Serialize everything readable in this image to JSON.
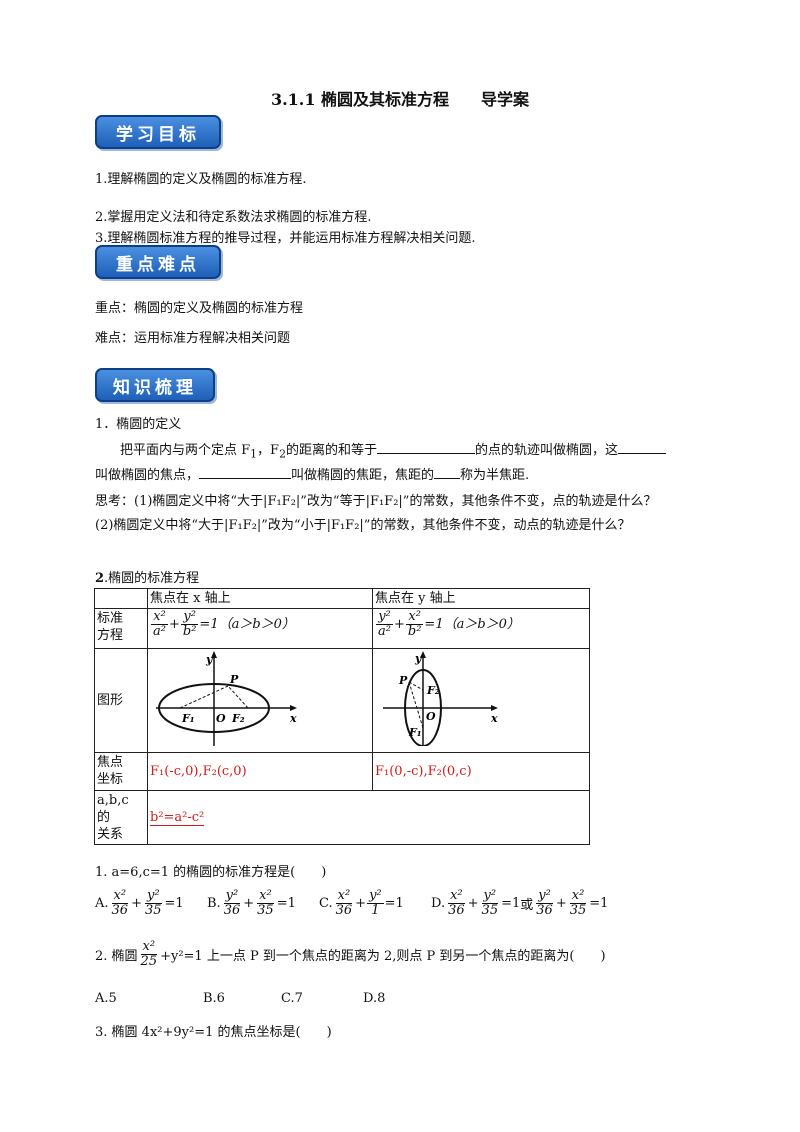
{
  "title": "3.1.1 椭圆及其标准方程　　导学案",
  "banners": {
    "goals": "学习目标",
    "key_points": "重点难点",
    "knowledge": "知识梳理"
  },
  "goals": [
    "1.理解椭圆的定义及椭圆的标准方程.",
    "2.掌握用定义法和待定系数法求椭圆的标准方程.",
    "3.理解椭圆标准方程的推导过程，并能运用标准方程解决相关问题."
  ],
  "key": {
    "important": "重点：椭圆的定义及椭圆的标准方程",
    "difficult": "难点：运用标准方程解决相关问题"
  },
  "section1": {
    "heading": "1．椭圆的定义",
    "line1_a": "把平面内与两个定点 F",
    "line1_b": "，F",
    "line1_c": "的距离的和等于",
    "line1_d": "的点的轨迹叫做椭圆，这",
    "line2_a": "叫做椭圆的焦点，",
    "line2_b": "叫做椭圆的焦距，焦距的",
    "line2_c": "称为半焦距.",
    "think1": "思考：(1)椭圆定义中将“大于|F₁F₂|”改为“等于|F₁F₂|”的常数，其他条件不变，点的轨迹是什么？",
    "think2": "(2)椭圆定义中将“大于|F₁F₂|”改为“小于|F₁F₂|”的常数，其他条件不变，动点的轨迹是什么？"
  },
  "section2": {
    "heading_num": "2",
    "heading_text": ".椭圆的标准方程",
    "col_x": "焦点在 x 轴上",
    "col_y": "焦点在 y 轴上",
    "row_eq_1": "标准",
    "row_eq_2": "方程",
    "row_fig": "图形",
    "row_focus_1": "焦点",
    "row_focus_2": "坐标",
    "row_rel_1": "a,b,c 的",
    "row_rel_2": "关系",
    "focus_x": "F₁(-c,0),F₂(c,0)",
    "focus_y": "F₁(0,-c),F₂(0,c)",
    "relation": "b²=a²-c²",
    "eq_x_cond": "=1（a＞b＞0）",
    "eq_y_cond": "=1（a＞b＞0）",
    "fig_x_labels": {
      "y": "y",
      "x": "x",
      "P": "P",
      "O": "O",
      "F1": "F₁",
      "F2": "F₂"
    },
    "fig_y_labels": {
      "y": "y",
      "x": "x",
      "P": "P",
      "O": "O",
      "F1": "F₁",
      "F2": "F₂"
    }
  },
  "questions": {
    "q1": "1.  a=6,c=1 的椭圆的标准方程是(　　)",
    "q1_opts": [
      "A.",
      "B.",
      "C.",
      "D."
    ],
    "q1_or": "或",
    "q2_a": "2.  椭圆",
    "q2_b": "+y²=1 上一点 P 到一个焦点的距离为 2,则点 P 到另一个焦点的距离为(　　)",
    "q2_opts": [
      "A.5",
      "B.6",
      "C.7",
      "D.8"
    ],
    "q3": "3.  椭圆 4x²+9y²=1 的焦点坐标是(　　)"
  }
}
